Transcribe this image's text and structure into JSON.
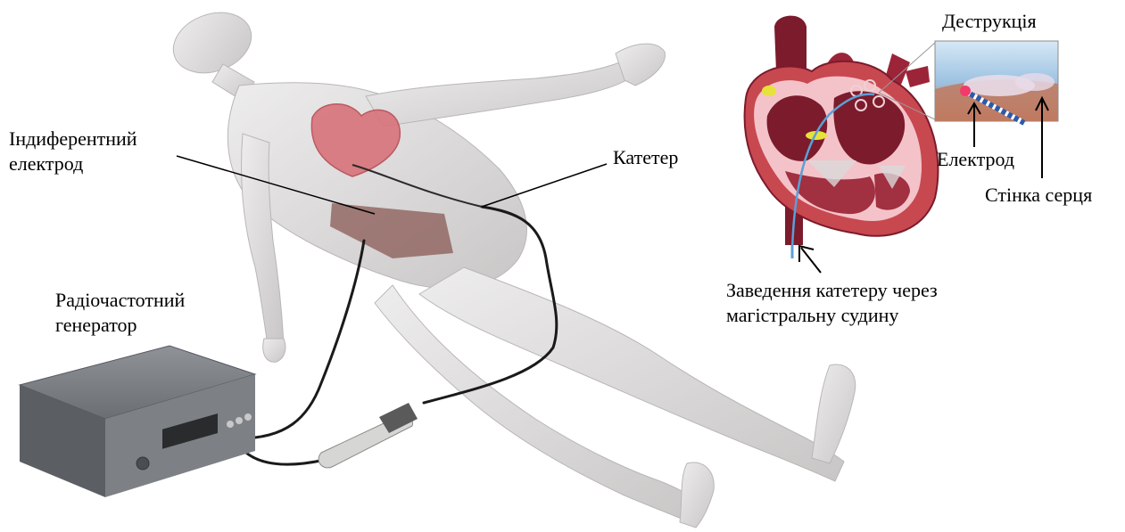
{
  "labels": {
    "indifferent_line1": "Індиферентний",
    "indifferent_line2": "електрод",
    "catheter": "Катетер",
    "rf_generator_line1": "Радіочастотний",
    "rf_generator_line2": "генератор",
    "destruction": "Деструкція",
    "electrode": "Електрод",
    "heart_wall": "Стінка серця",
    "insertion_line1": "Заведення катетеру через",
    "insertion_line2": "магістральну судину"
  },
  "colors": {
    "body": "#e3e1e1",
    "body_shade": "#c9c6c6",
    "heart_red": "#c8484f",
    "heart_dark": "#7b1b2c",
    "heart_pink": "#f4c3c9",
    "patch": "#8a5a55",
    "generator": "#6f7378",
    "cable": "#1a1a1a",
    "inset_bg": "#b4d3ec"
  }
}
